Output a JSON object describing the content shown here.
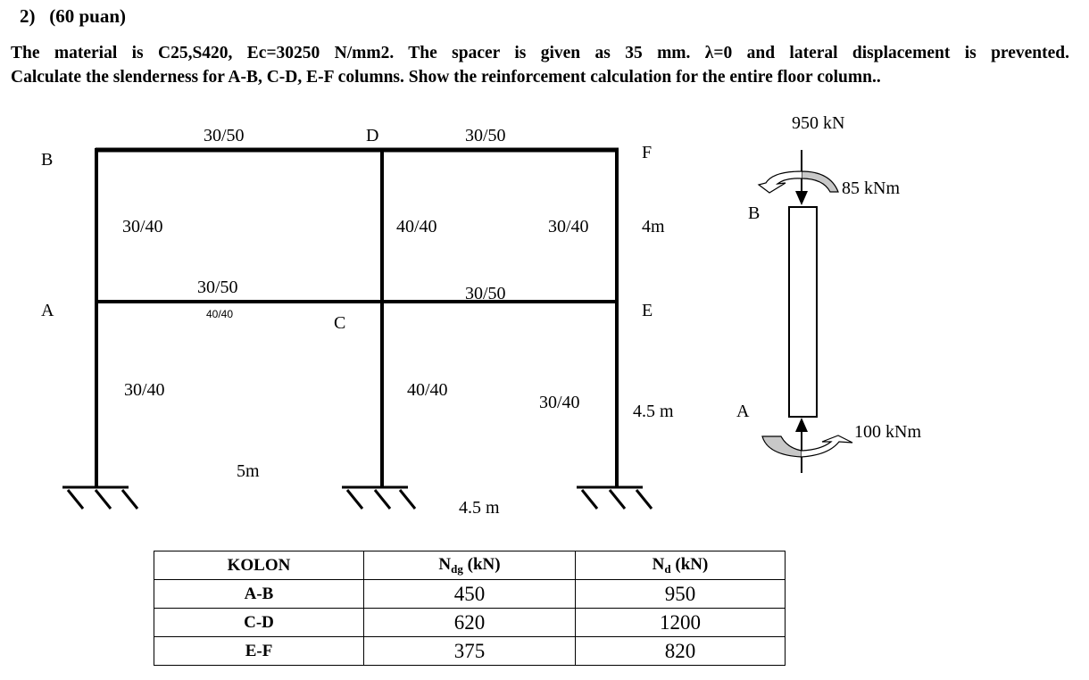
{
  "question": {
    "number": "2)",
    "points": "(60 puan)",
    "text_line1": "The material is C25,S420, Ec=30250 N/mm2. The spacer is given as 35 mm. λ=0 and lateral displacement is prevented.",
    "text_line2": "Calculate the slenderness for A-B, C-D, E-F columns. Show the reinforcement calculation for the entire floor column.."
  },
  "frame": {
    "nodes": {
      "A": "A",
      "B": "B",
      "C": "C",
      "D": "D",
      "E": "E",
      "F": "F"
    },
    "beams": {
      "top_left": "30/50",
      "top_right": "30/50",
      "mid_left": "30/50",
      "mid_left_small": "40/40",
      "mid_right": "30/50"
    },
    "columns": {
      "upper_left": "30/40",
      "upper_middle": "40/40",
      "upper_right": "30/40",
      "lower_left": "30/40",
      "lower_middle": "40/40",
      "lower_right": "30/40"
    },
    "dimensions": {
      "upper_storey_height": "4m",
      "lower_storey_height": "4.5 m",
      "left_span": "5m",
      "right_span": "4.5 m"
    }
  },
  "column_detail": {
    "axial_load": "950 kN",
    "top_moment": "85 kNm",
    "bottom_moment": "100 kNm",
    "top_node": "B",
    "bottom_node": "A"
  },
  "table": {
    "headers": {
      "kolon": "KOLON",
      "ndg_main": "N",
      "ndg_sub": "dg",
      "ndg_unit": " (kN)",
      "nd_main": "N",
      "nd_sub": "d",
      "nd_unit": " (kN)"
    },
    "rows": [
      {
        "kolon": "A-B",
        "ndg": "450",
        "nd": "950"
      },
      {
        "kolon": "C-D",
        "ndg": "620",
        "nd": "1200"
      },
      {
        "kolon": "E-F",
        "ndg": "375",
        "nd": "820"
      }
    ]
  }
}
